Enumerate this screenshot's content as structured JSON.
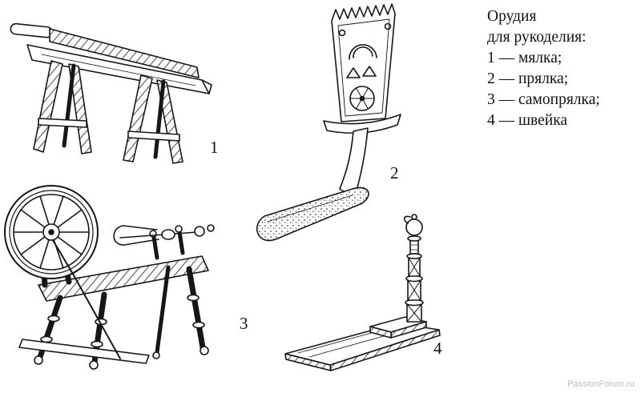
{
  "page": {
    "background": "#ffffff",
    "ink_color": "#161616",
    "watermark_color": "#bdbdbd"
  },
  "legend": {
    "title_line1": "Орудия",
    "title_line2": "для рукоделия:",
    "items": [
      {
        "label": "1 — мялка;"
      },
      {
        "label": "2 — прялка;"
      },
      {
        "label": "3 — самопрялка;"
      },
      {
        "label": "4 — швейка"
      }
    ]
  },
  "figures": [
    {
      "number": "1",
      "icon": "flax-brake-illustration"
    },
    {
      "number": "2",
      "icon": "distaff-illustration"
    },
    {
      "number": "3",
      "icon": "spinning-wheel-illustration"
    },
    {
      "number": "4",
      "icon": "sewing-stand-illustration"
    }
  ],
  "watermark": "PassionForum.ru"
}
